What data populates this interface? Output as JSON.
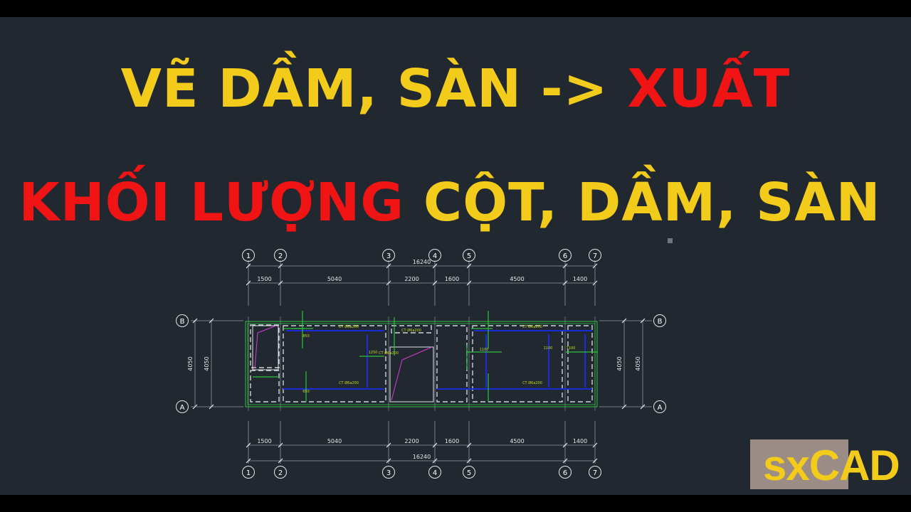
{
  "title_line1": {
    "part1": "VẼ DẦM, SÀN -> ",
    "part2": "XUẤT"
  },
  "title_line2": {
    "part1": "KHỐI LƯỢNG ",
    "part2": "CỘT, DẦM, SÀN"
  },
  "logo": "sxCAD",
  "colors": {
    "background": "#212830",
    "title_yellow": "#f3cb1b",
    "title_red": "#f01414",
    "grid_line": "#8f98a2",
    "slab_outline": "#2ec23c",
    "beam_dashed": "#cfd4da",
    "rebar": "#1b2bd6",
    "dimension_text": "#e8e8e8",
    "annotation": "#c8d81a",
    "slab_hatch": "#d23fd6"
  },
  "plan": {
    "axis_labels_x": [
      "1",
      "2",
      "3",
      "4",
      "5",
      "6",
      "7"
    ],
    "axis_labels_y": [
      "B",
      "A"
    ],
    "dim_total": "16240",
    "dim_spans": [
      "1500",
      "5040",
      "2200",
      "1600",
      "4500",
      "1400"
    ],
    "dim_vertical": "4050",
    "annotations": [
      "CT Ø6a200",
      "CT Ø6a200",
      "CT Ø6a200",
      "CT Ø6a200",
      "CT Ø6a200",
      "CT Ø6a200",
      "1250",
      "1100",
      "1100",
      "1100",
      "850",
      "650"
    ]
  }
}
